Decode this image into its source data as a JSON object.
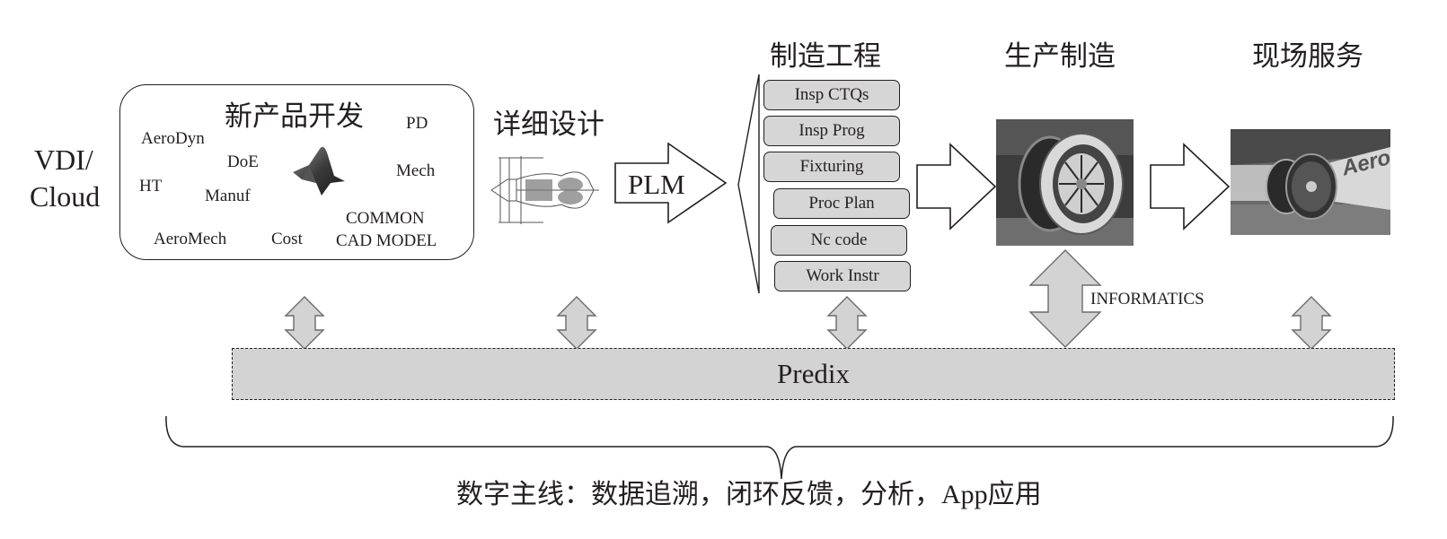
{
  "left_label": {
    "line1": "VDI/",
    "line2": "Cloud"
  },
  "new_product_dev": {
    "title": "新产品开发",
    "tags": [
      "AeroDyn",
      "DoE",
      "HT",
      "Manuf",
      "AeroMech",
      "Cost",
      "PD",
      "Mech",
      "COMMON",
      "CAD MODEL"
    ],
    "icon": "surface-peak-icon"
  },
  "detail_design": {
    "title": "详细设计",
    "image": "engine-cutaway-drawing"
  },
  "plm_arrow": {
    "label": "PLM"
  },
  "manufacturing_engineering": {
    "title": "制造工程",
    "items": [
      "Insp CTQs",
      "Insp Prog",
      "Fixturing",
      "Proc Plan",
      "Nc code",
      "Work Instr"
    ]
  },
  "production": {
    "title": "生产制造",
    "image": "engine-assembly-photo"
  },
  "field_service": {
    "title": "现场服务",
    "image": "hangar-engine-photo",
    "aircraft_text": "Aero"
  },
  "informatics": {
    "label": "INFORMATICS"
  },
  "platform": {
    "label": "Predix"
  },
  "digital_thread": {
    "caption": "数字主线：数据追溯，闭环反馈，分析，App应用"
  },
  "colors": {
    "fill_gray": "#d3d3d3",
    "arrow_stroke": "#6b6b6b",
    "ink": "#231f20"
  }
}
